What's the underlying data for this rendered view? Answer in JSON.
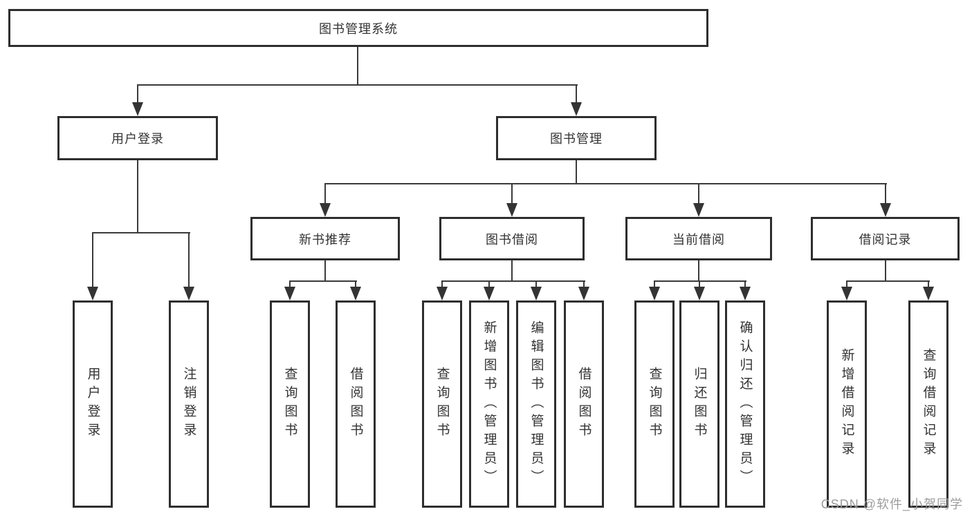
{
  "diagram_type": "functional-structure-tree",
  "nodes": {
    "root": "图书管理系统",
    "level2": {
      "user_login": "用户登录",
      "book_management": "图书管理"
    },
    "level3": {
      "new_book_recommend": "新书推荐",
      "book_borrowing": "图书借阅",
      "current_borrowing": "当前借阅",
      "borrowing_records": "借阅记录"
    },
    "leaves": {
      "under_user_login": {
        "user_login": "用户登录",
        "logout": "注销登录"
      },
      "under_new_book_recommend": {
        "query_books": "查询图书",
        "borrow_books": "借阅图书"
      },
      "under_book_borrowing": {
        "query_books": "查询图书",
        "add_books_admin": "新增图书（管理员）",
        "edit_books_admin": "编辑图书（管理员）",
        "borrow_books": "借阅图书"
      },
      "under_current_borrowing": {
        "query_books": "查询图书",
        "return_books": "归还图书",
        "confirm_return_admin": "确认归还（管理员）"
      },
      "under_borrowing_records": {
        "add_borrow_record": "新增借阅记录",
        "query_borrow_record": "查询借阅记录"
      }
    }
  },
  "watermark": "CSDN @软件_小贺同学",
  "colors": {
    "box_border": "#2e2e2e",
    "line": "#3a3a3a",
    "text": "#333333",
    "watermark": "#9c9c9c",
    "background": "#ffffff"
  }
}
